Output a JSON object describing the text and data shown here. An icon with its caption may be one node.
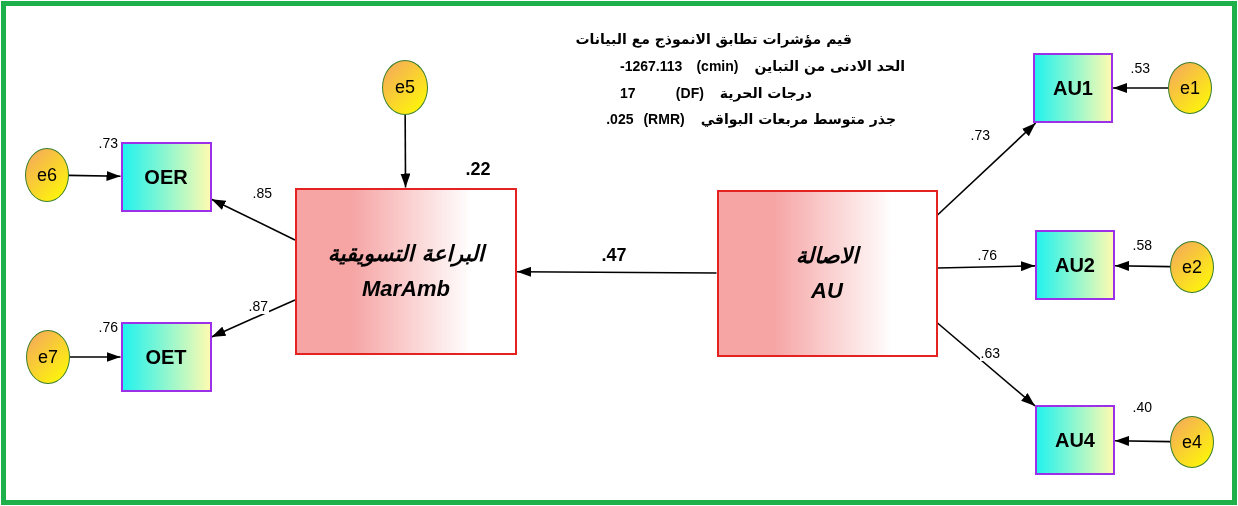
{
  "diagram": {
    "nodes": [
      {
        "text": [
          "e5"
        ]
      },
      {
        "text": [
          "e6"
        ]
      },
      {
        "text": [
          "OER"
        ],
        "beside": [
          ".73"
        ]
      },
      {
        "text": [
          "البراعة التسويقية",
          "MarAmb"
        ],
        "beside": [
          ".22"
        ]
      },
      {
        "text": [
          "الاصالة",
          "AU"
        ]
      },
      {
        "text": [
          "AU1"
        ],
        "beside": [
          ".53"
        ]
      },
      {
        "text": [
          "e1"
        ]
      },
      {
        "text": [
          "AU2"
        ],
        "beside": [
          ".58"
        ]
      },
      {
        "text": [
          "e2"
        ]
      },
      {
        "text": [
          "e7"
        ]
      },
      {
        "text": [
          "OET"
        ],
        "beside": [
          ".76"
        ]
      },
      {
        "text": [
          "AU4"
        ],
        "beside": [
          ".40"
        ]
      },
      {
        "text": [
          "e4"
        ]
      }
    ],
    "edges": [
      {
        "from": 0,
        "to": 3,
        "arrow": "to"
      },
      {
        "from": 3,
        "to": 2,
        "arrow": "to",
        "label": ".85"
      },
      {
        "from": 3,
        "to": 10,
        "arrow": "to",
        "label": ".87"
      },
      {
        "from": 4,
        "to": 3,
        "arrow": "to",
        "label": ".47"
      },
      {
        "from": 4,
        "to": 5,
        "arrow": "to",
        "label": ".73"
      },
      {
        "from": 4,
        "to": 7,
        "arrow": "to",
        "label": ".76"
      },
      {
        "from": 4,
        "to": 11,
        "arrow": "to",
        "label": ".63"
      },
      {
        "from": 1,
        "to": 2,
        "arrow": "to"
      },
      {
        "from": 9,
        "to": 10,
        "arrow": "to"
      },
      {
        "from": 6,
        "to": 5,
        "arrow": "to"
      },
      {
        "from": 8,
        "to": 7,
        "arrow": "to"
      },
      {
        "from": 12,
        "to": 11,
        "arrow": "to"
      }
    ],
    "labels": [
      "قيم مؤشرات تطابق الانموذج مع البيانات",
      "الحد الادنى من التباين",
      "(cmin)",
      "-1267.113",
      "درجات الحرية",
      "(DF)",
      "17",
      "جذر متوسط مربعات البواقي",
      "(RMR)",
      ".025"
    ]
  }
}
